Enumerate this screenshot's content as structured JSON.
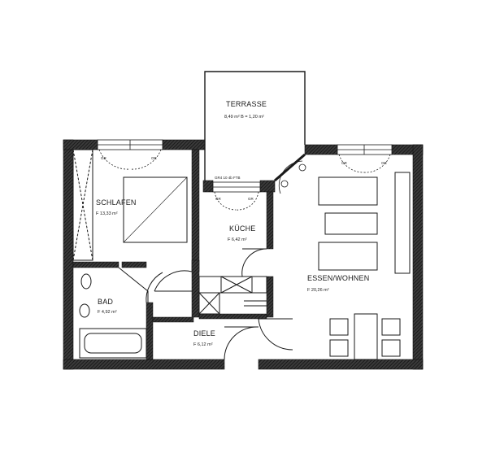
{
  "rooms": {
    "terrasse": {
      "name": "TERRASSE",
      "area": "8,49 m²  B = 1,20 m²"
    },
    "schlafen": {
      "name": "SCHLAFEN",
      "area": "F 13,33 m²"
    },
    "kueche": {
      "name": "KÜCHE",
      "area": "F 6,42 m²"
    },
    "essen_wohnen": {
      "name": "ESSEN/WOHNEN",
      "area": "F 20,26 m²"
    },
    "bad": {
      "name": "BAD",
      "area": "F 4,92 m²"
    },
    "diele": {
      "name": "DIELE",
      "area": "F 6,12 m²"
    }
  },
  "marks": {
    "window_code": "GR",
    "kitchen_window_label": "GR4 10 4b FTB"
  },
  "colors": {
    "wall_fill": "#2b2b2b",
    "line": "#1a1a1a",
    "background": "#ffffff"
  }
}
